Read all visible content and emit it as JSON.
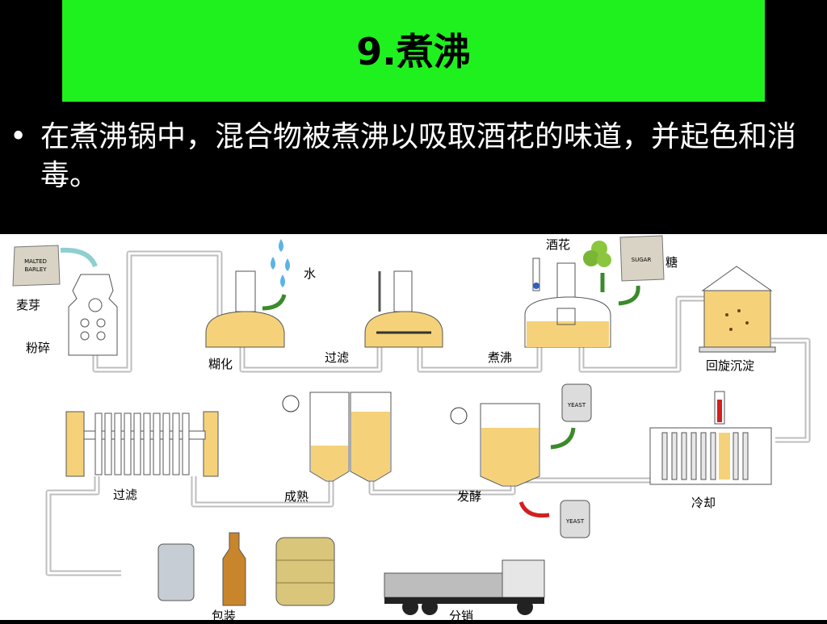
{
  "slide": {
    "title": "9.煮沸",
    "bullet": "在煮沸锅中，混合物被煮沸以吸取酒花的味道，并起色和消毒。"
  },
  "diagram": {
    "labels": {
      "malt": "麦芽",
      "crush": "粉碎",
      "water": "水",
      "mash": "糊化",
      "lauter": "过滤",
      "hops": "酒花",
      "sugar": "糖",
      "boil": "煮沸",
      "whirlpool": "回旋沉淀",
      "cool": "冷却",
      "ferment": "发酵",
      "mature": "成熟",
      "filter2": "过滤",
      "package": "包装",
      "distribute": "分销"
    },
    "bag_text": {
      "malt_line1": "MALTED",
      "malt_line2": "BARLEY",
      "sugar": "SUGAR",
      "yeast": "YEAST"
    },
    "colors": {
      "liquid": "#f5d27a",
      "pipe": "#cfcfcf",
      "green_arrow": "#3a8a2a",
      "red_arrow": "#d21f1f",
      "banner": "#1ff11f"
    }
  }
}
